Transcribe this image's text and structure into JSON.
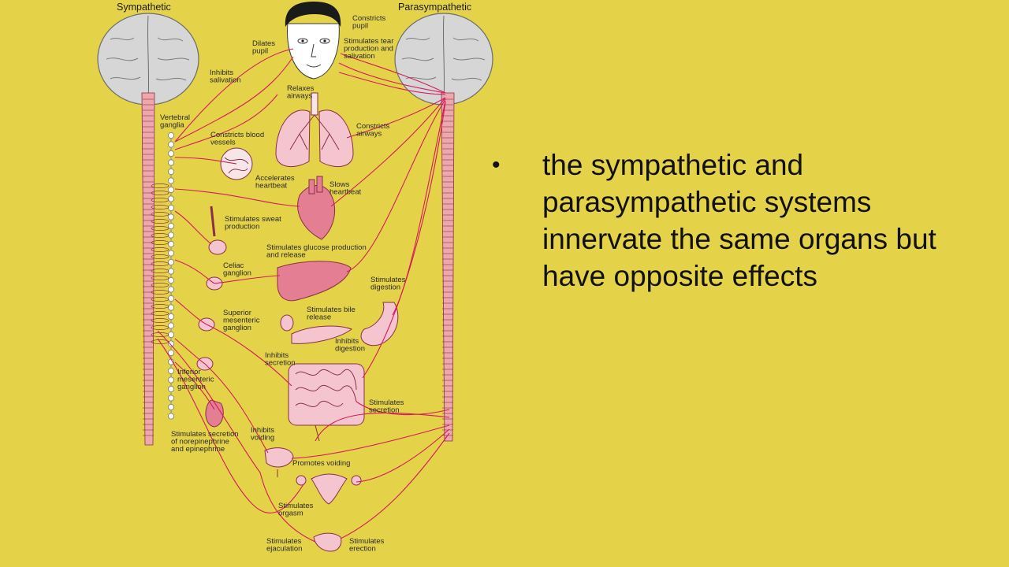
{
  "diagram": {
    "headings": {
      "left": "Sympathetic",
      "right": "Parasympathetic"
    },
    "labels": [
      "Constricts pupil",
      "Dilates pupil",
      "Stimulates tear production and salivation",
      "Inhibits salivation",
      "Relaxes airways",
      "Vertebral ganglia",
      "Constricts airways",
      "Constricts blood vessels",
      "Accelerates heartbeat",
      "Slows heartbeat",
      "Stimulates sweat production",
      "Stimulates glucose production and release",
      "Celiac ganglion",
      "Stimulates digestion",
      "Superior mesenteric ganglion",
      "Stimulates bile release",
      "Inhibits digestion",
      "Inhibits secretion",
      "Inferior mesenteric ganglion",
      "Stimulates secretion",
      "Stimulates secretion of norepinephrine and epinephrine",
      "Inhibits voiding",
      "Promotes voiding",
      "Stimulates orgasm",
      "Stimulates ejaculation",
      "Stimulates erection"
    ]
  },
  "bullets": [
    "the sympathetic and parasympathetic systems innervate the same organs but have opposite effects"
  ],
  "colors": {
    "background": "#E4D248",
    "nerve": "#D21C5C",
    "organ": "#E47E93"
  }
}
